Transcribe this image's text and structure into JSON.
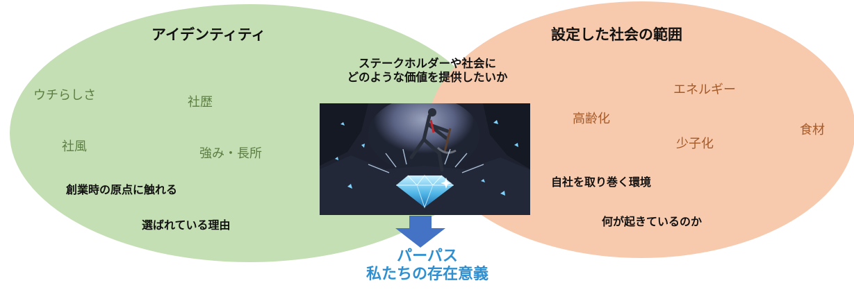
{
  "left_circle": {
    "title": "アイデンティティ",
    "keywords": [
      "ウチらしさ",
      "社歴",
      "社風",
      "強み・長所"
    ],
    "phrases": [
      "創業時の原点に触れる",
      "選ばれている理由"
    ]
  },
  "right_circle": {
    "title": "設定した社会の範囲",
    "keywords": [
      "エネルギー",
      "高齢化",
      "少子化",
      "食材"
    ],
    "phrases": [
      "自社を取り巻く環境",
      "何が起きているのか"
    ]
  },
  "center": {
    "question_line1": "ステークホルダーや社会に",
    "question_line2": "どのような価値を提供したいか",
    "illustration": "person-mining-diamond-illustration"
  },
  "result": {
    "line1": "パーパス",
    "line2": "私たちの存在意義"
  },
  "colors": {
    "left_circle": "#c5dfb4",
    "right_circle": "#f7c9ad",
    "arrow": "#4472c4",
    "purpose_text": "#2f8fd0"
  }
}
